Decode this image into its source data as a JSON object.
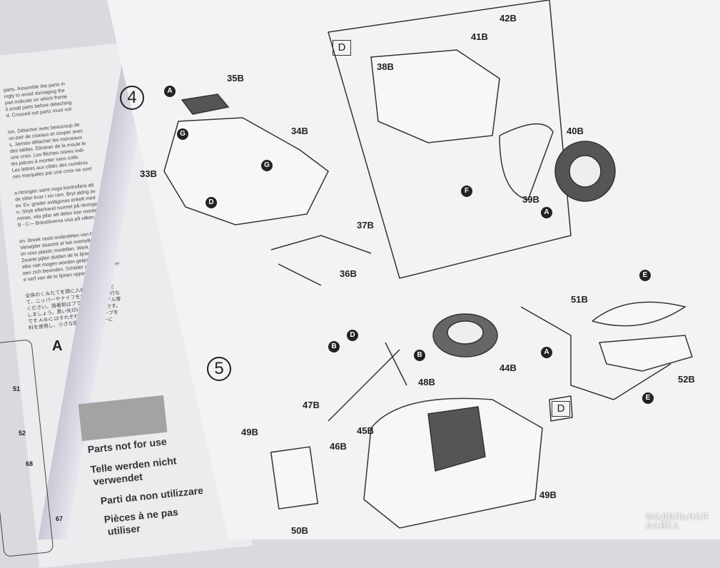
{
  "left_page": {
    "text_lines": [
      "parts. Assemble the parts in",
      "ingly to avoid damaging the",
      "part indicate on which frame",
      "il small parts before detaching",
      "d. Crossed out parts must not",
      "ion. Détacher avec beaucoup de",
      "un pair de ciseaux et couper avec",
      "s. Jamais détacher les morceaux",
      "des tables. Eliminer de la moule le",
      "une croix. Les flèches noires indi-",
      "les pièces à monter sans colle.",
      "Les lettres aux côtés des numéros",
      "ces marquées par une croix ne sont",
      "a ritningen samt noga kontrollera att",
      "de sitter kvar i sin ram. Bryt aldrig av",
      "ev. Ev. grader avlägsnas enkelt med",
      "n. Stryk efterhand numret på ritningen",
      "mmas, vita pilar att delen kan monteras",
      "B - C— Bokstäverna visa på vilken ram",
      "en. Breek nooit onderdelen van het kader.",
      "Verwijder daarmit al het overtollige plastic",
      "im voor plastic modellen. Werk zorgvuldig",
      "Zwarte pijlen duiden de te lijmen delen",
      "elke niet mogen worden gelijmd. A-B-C...",
      "een zich bevinden. Schilder de kleine onder-",
      "e verf van de te lijmen oppervlakten.",
      "全体のくみたてを頭に入れておいてくだ",
      "て、ニッパーやナイフを使って慎重に行な",
      "ください。接着剤はプラスチックモデル専",
      "しましょう。黒い矢印は接着する所です。",
      "です A-B-C はそれぞれの部品グループを",
      "料を使用し、小さな部品はランナーに"
    ],
    "frame_label": "A",
    "part_numbers": [
      "51",
      "52",
      "68",
      "67"
    ],
    "parts_not_for_use": [
      "Parts not for use",
      "Telle werden nicht",
      "verwendet",
      "Parti da non utilizzare",
      "Pièces à ne pas",
      "utiliser"
    ]
  },
  "step4": {
    "number": "4",
    "labels": {
      "p35": "35B",
      "p34": "34B",
      "p33": "33B",
      "p37": "37B",
      "p36": "36B"
    },
    "markers": {
      "a": "A",
      "g1": "G",
      "g2": "G",
      "d": "D"
    }
  },
  "detail_d": {
    "box_label": "D",
    "labels": {
      "p42": "42B",
      "p41": "41B",
      "p38": "38B",
      "p40": "40B",
      "p39": "39B"
    },
    "markers": {
      "f": "F",
      "a": "A"
    }
  },
  "step5": {
    "number": "5",
    "labels": {
      "p47": "47B",
      "p46": "46B",
      "p45": "45B",
      "p48": "48B",
      "p49a": "49B",
      "p50": "50B",
      "p44": "44B",
      "p51": "51B",
      "p52": "52B",
      "p49b": "49B"
    },
    "markers": {
      "b1": "B",
      "d": "D",
      "b2": "B",
      "a": "A",
      "e1": "E",
      "e2": "E"
    },
    "box_label": "D"
  },
  "watermark": [
    "МОДЕЛЬНАЯ",
    "ЛАВКА"
  ]
}
